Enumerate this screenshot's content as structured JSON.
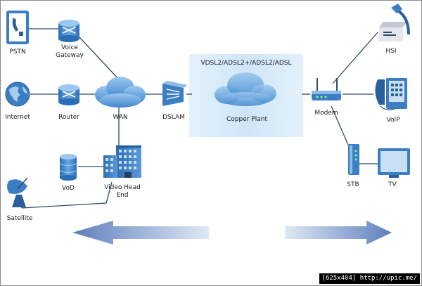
{
  "labels": {
    "pstn": "PSTN",
    "voice_gateway": "Voice Gateway",
    "internet": "Internet",
    "router": "Router",
    "wan": "WAN",
    "dslam": "DSLAM",
    "vod": "VoD",
    "video_head_end": "Video Head End",
    "satellite": "Satellite",
    "copper_plant_title": "VDSL2/ADSL2+/ADSL2/ADSL",
    "copper_plant": "Copper Plant",
    "modem": "Modem",
    "hsi": "HSI",
    "voip": "VoIP",
    "stb": "STB",
    "tv": "TV"
  },
  "footer": "[625x404] http://upic.me/",
  "colors": {
    "link": "#2f4a6a",
    "arrow": "#6888bf",
    "device": "#3c7ec2",
    "cloud": "#5d9bd8",
    "band": "#d8ecfa"
  }
}
